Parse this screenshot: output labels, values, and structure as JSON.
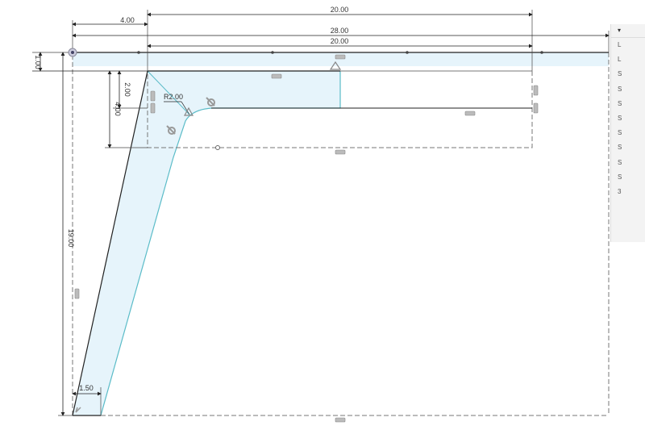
{
  "sketch": {
    "dimensions": {
      "top_width": "20.00",
      "offset_left": "4.00",
      "overall_width": "28.00",
      "inner_width": "20.00",
      "top_thickness": "1.00",
      "arm_thickness": "2.00",
      "arm_box_height": "4.00",
      "overall_height": "19.00",
      "foot_width": "1.50",
      "fillet_radius": "R2.00"
    },
    "colors": {
      "profile_fill": "#e6f4fb",
      "profile_edge": "#5bbcc8",
      "line": "#222222",
      "construction": "#777777"
    }
  },
  "browser_panel": {
    "header": "▾",
    "items": [
      "L",
      "L",
      "S",
      "S",
      "S",
      "S",
      "S",
      "S",
      "S",
      "S",
      "3"
    ]
  }
}
